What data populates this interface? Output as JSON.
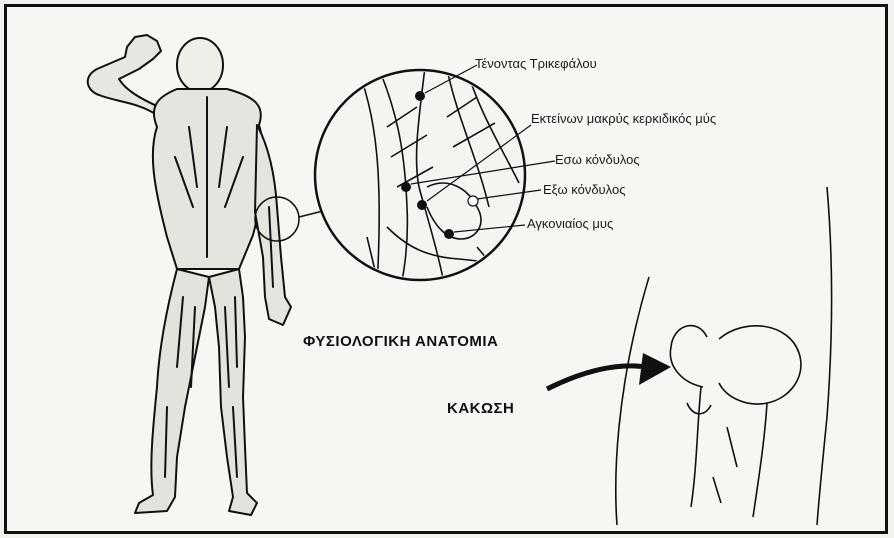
{
  "labels": {
    "triceps_tendon": "Τένοντας Τρικεφάλου",
    "extensor_carpi": "Εκτείνων μακρύς κερκιδικός μύς",
    "medial_epicondyle": "Εσω κόνδυλος",
    "lateral_epicondyle": "Εξω κόνδυλος",
    "anconeus": "Αγκονιαίος μυς"
  },
  "headings": {
    "normal_anatomy": "ΦΥΣΙΟΛΟΓΙΚΗ ΑΝΑΤΟΜΙΑ",
    "injury": "ΚΑΚΩΣΗ"
  },
  "colors": {
    "ink": "#111111",
    "paper": "#f7f6f3"
  }
}
